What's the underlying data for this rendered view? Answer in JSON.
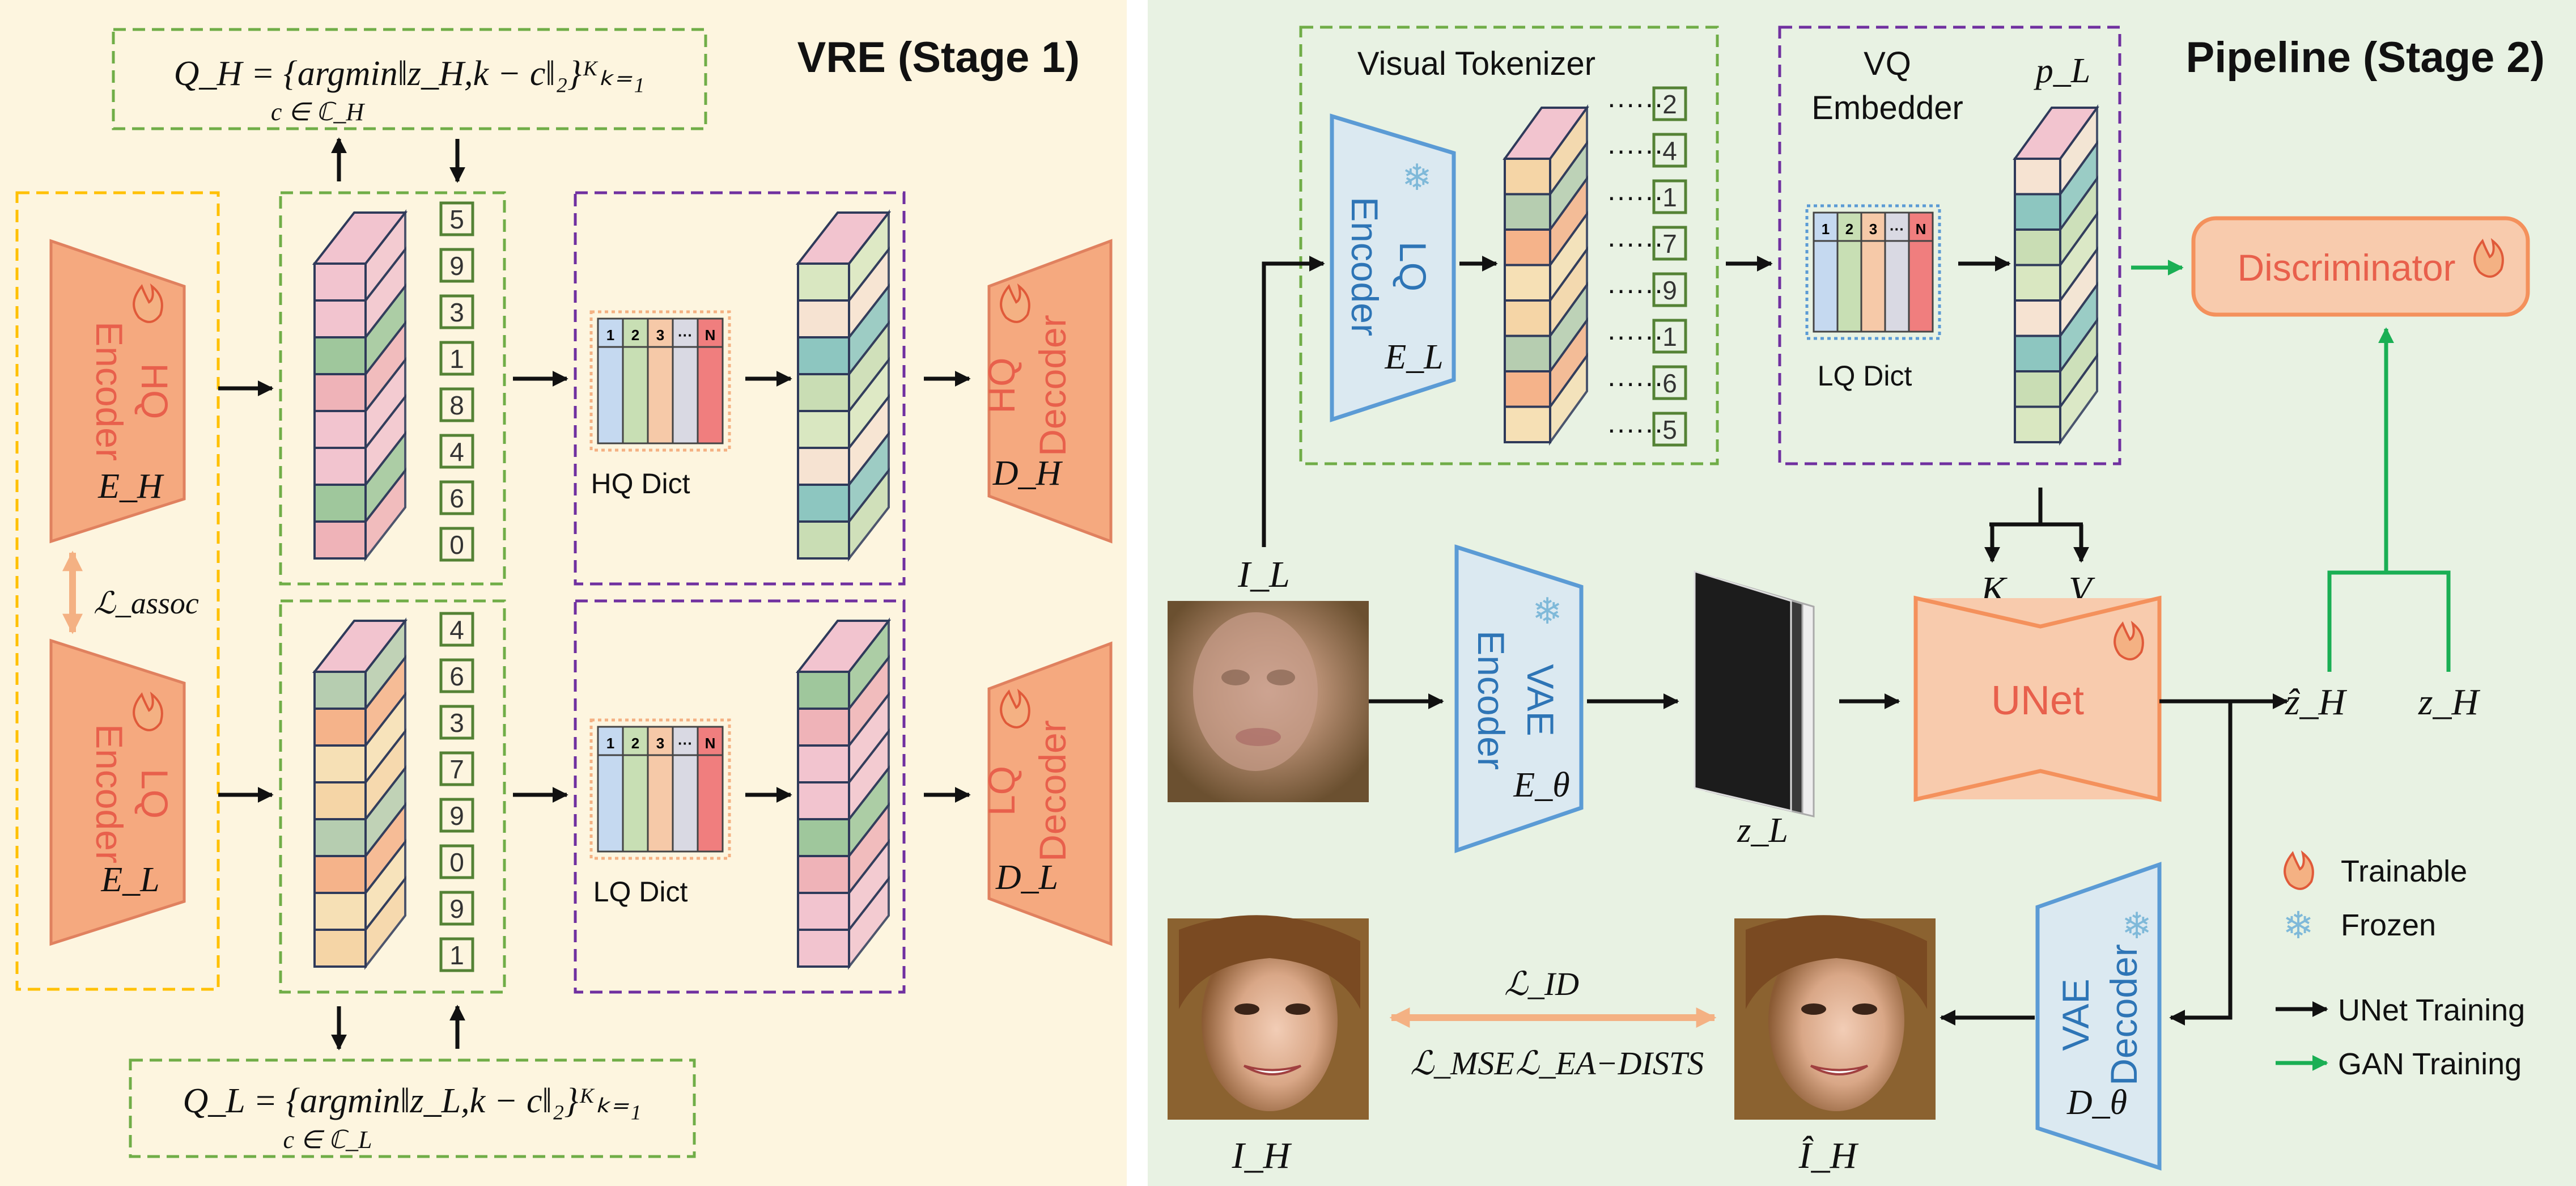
{
  "stage1": {
    "title": "VRE (Stage 1)",
    "qh_formula": "Q_H = {argmin‖z_H,k − c‖₂}ᴷₖ₌₁",
    "qh_sub": "c ∈ ℂ_H",
    "ql_formula": "Q_L = {argmin‖z_L,k − c‖₂}ᴷₖ₌₁",
    "ql_sub": "c ∈ ℂ_L",
    "hq_encoder": {
      "line1": "HQ",
      "line2": "Encoder",
      "sym": "E_H"
    },
    "lq_encoder": {
      "line1": "LQ",
      "line2": "Encoder",
      "sym": "E_L"
    },
    "hq_decoder": {
      "line1": "HQ",
      "line2": "Decoder",
      "sym": "D_H"
    },
    "lq_decoder": {
      "line1": "LQ",
      "line2": "Decoder",
      "sym": "D_L"
    },
    "assoc_loss": "ℒ_assoc",
    "hq_indices": [
      "5",
      "9",
      "3",
      "1",
      "8",
      "4",
      "6",
      "0"
    ],
    "lq_indices": [
      "4",
      "6",
      "3",
      "7",
      "9",
      "0",
      "9",
      "1"
    ],
    "hq_dict": "HQ Dict",
    "lq_dict": "LQ Dict",
    "dict_cols": [
      "1",
      "2",
      "3",
      "···",
      "N"
    ]
  },
  "stage2": {
    "title": "Pipeline (Stage 2)",
    "visual_tokenizer": "Visual Tokenizer",
    "vq_embedder": "VQ Embedder",
    "lq_encoder": {
      "line1": "LQ",
      "line2": "Encoder",
      "sym": "E_L"
    },
    "tokens": [
      "2",
      "4",
      "1",
      "7",
      "9",
      "1",
      "6",
      "5"
    ],
    "lq_dict": "LQ Dict",
    "p_l": "p_L",
    "discriminator": "Discriminator",
    "i_l": "I_L",
    "vae_encoder": {
      "line1": "VAE",
      "line2": "Encoder",
      "sym": "E_θ"
    },
    "z_l": "z_L",
    "k": "K",
    "v": "V",
    "unet": "UNet",
    "z_h_hat": "ẑ_H",
    "z_h": "z_H",
    "vae_decoder": {
      "line1": "VAE",
      "line2": "Decoder",
      "sym": "D_θ"
    },
    "i_h": "I_H",
    "i_h_hat": "Î_H",
    "loss_id": "ℒ_ID",
    "loss_mse": "ℒ_MSE",
    "loss_dists": "ℒ_EA−DISTS",
    "legend": {
      "trainable": "Trainable",
      "frozen": "Frozen",
      "unet_training": "UNet Training",
      "gan_training": "GAN Training"
    }
  },
  "colors": {
    "stage1_bg": "#fdf5df",
    "stage2_bg": "#e8f2e3",
    "encoder_fill": "#f5a97f",
    "encoder_text": "#e8604c",
    "frozen_fill": "#dbe9f1",
    "frozen_stroke": "#5b9bd5",
    "frozen_text": "#2e75b6",
    "green_dash": "#70ad47",
    "purple_dash": "#7030a0",
    "yellow_dash": "#ffc000",
    "gan_green": "#1aaf54"
  }
}
